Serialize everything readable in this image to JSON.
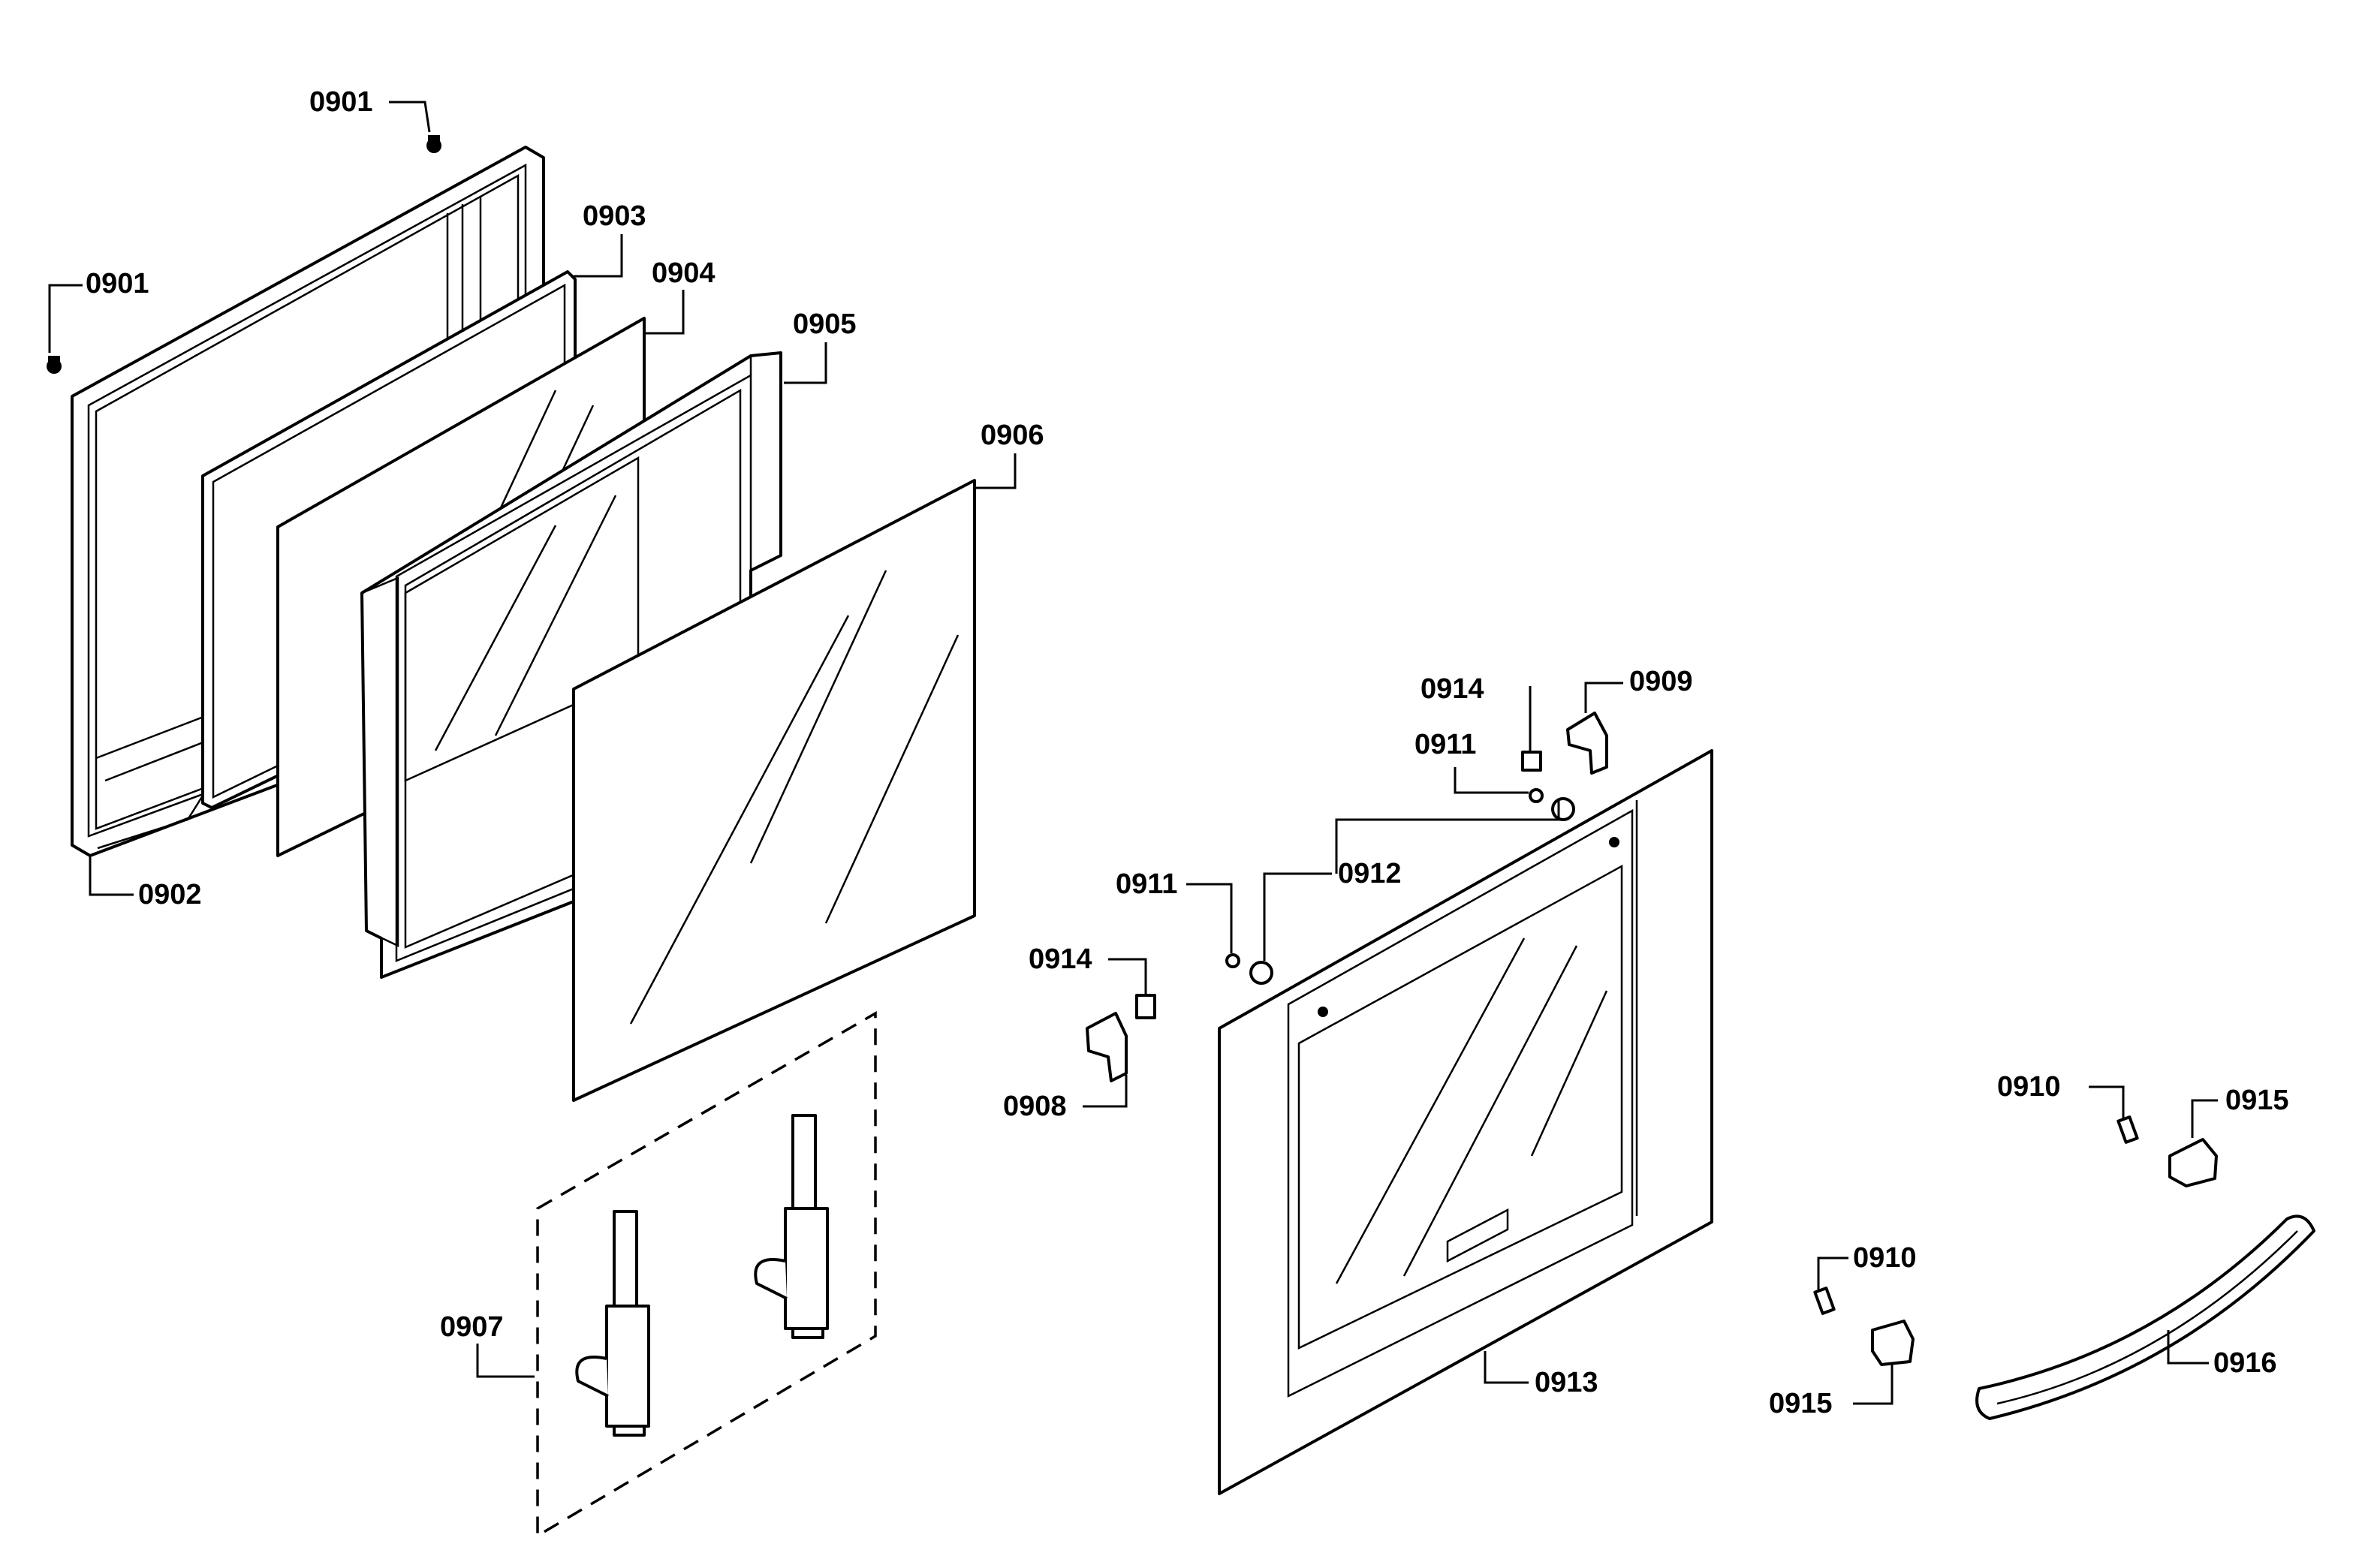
{
  "diagram": {
    "callouts": [
      {
        "id": "c-0901-top",
        "text": "0901"
      },
      {
        "id": "c-0901-left",
        "text": "0901"
      },
      {
        "id": "c-0902",
        "text": "0902"
      },
      {
        "id": "c-0903",
        "text": "0903"
      },
      {
        "id": "c-0904",
        "text": "0904"
      },
      {
        "id": "c-0905",
        "text": "0905"
      },
      {
        "id": "c-0906",
        "text": "0906"
      },
      {
        "id": "c-0907",
        "text": "0907"
      },
      {
        "id": "c-0908",
        "text": "0908"
      },
      {
        "id": "c-0909",
        "text": "0909"
      },
      {
        "id": "c-0910-top",
        "text": "0910"
      },
      {
        "id": "c-0910-bottom",
        "text": "0910"
      },
      {
        "id": "c-0911-top",
        "text": "0911"
      },
      {
        "id": "c-0911-left",
        "text": "0911"
      },
      {
        "id": "c-0912",
        "text": "0912"
      },
      {
        "id": "c-0913",
        "text": "0913"
      },
      {
        "id": "c-0914-top",
        "text": "0914"
      },
      {
        "id": "c-0914-left",
        "text": "0914"
      },
      {
        "id": "c-0915-top",
        "text": "0915"
      },
      {
        "id": "c-0915-bottom",
        "text": "0915"
      },
      {
        "id": "c-0916",
        "text": "0916"
      }
    ]
  }
}
